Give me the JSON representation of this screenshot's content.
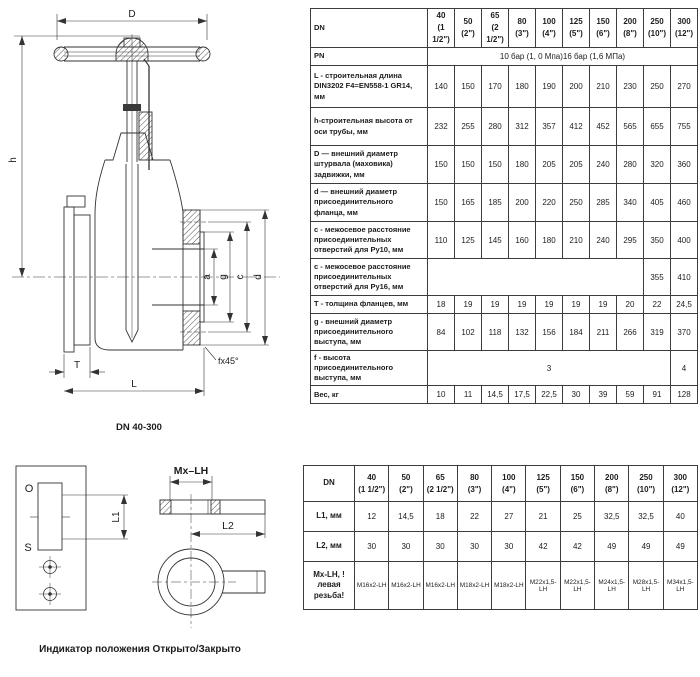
{
  "valve_drawing": {
    "caption": "DN 40-300",
    "dim_labels": {
      "D": "D",
      "h": "h",
      "a": "a",
      "g": "g",
      "c": "c",
      "d": "d",
      "T": "T",
      "L": "L",
      "chamfer": "fx45°"
    }
  },
  "indicator_drawing": {
    "caption": "Индикатор положения Открыто/Закрыто",
    "labels": {
      "open": "O",
      "shut": "S",
      "l1": "L1",
      "l2": "L2",
      "thread": "Mx–LH"
    }
  },
  "dimensions_table": {
    "dn_label": "DN",
    "pn_label": "PN",
    "pn_value": "10 бар (1, 0 Мпа)16 бар (1,6 МПа)",
    "columns": [
      {
        "size": "40",
        "inch": "(1 1/2\")"
      },
      {
        "size": "50",
        "inch": "(2\")"
      },
      {
        "size": "65",
        "inch": "(2 1/2\")"
      },
      {
        "size": "80",
        "inch": "(3\")"
      },
      {
        "size": "100",
        "inch": "(4\")"
      },
      {
        "size": "125",
        "inch": "(5\")"
      },
      {
        "size": "150",
        "inch": "(6\")"
      },
      {
        "size": "200",
        "inch": "(8\")"
      },
      {
        "size": "250",
        "inch": "(10\")"
      },
      {
        "size": "300",
        "inch": "(12\")"
      }
    ],
    "rows": [
      {
        "label": "L - строительная длина DIN3202 F4=EN558-1 GR14, мм",
        "cells": [
          {
            "t": "140"
          },
          {
            "t": "150"
          },
          {
            "t": "170"
          },
          {
            "t": "180"
          },
          {
            "t": "190"
          },
          {
            "t": "200"
          },
          {
            "t": "210"
          },
          {
            "t": "230"
          },
          {
            "t": "250"
          },
          {
            "t": "270"
          }
        ]
      },
      {
        "label": "h-строительная высота от оси трубы, мм",
        "cells": [
          {
            "t": "232"
          },
          {
            "t": "255"
          },
          {
            "t": "280"
          },
          {
            "t": "312"
          },
          {
            "t": "357"
          },
          {
            "t": "412"
          },
          {
            "t": "452"
          },
          {
            "t": "565"
          },
          {
            "t": "655"
          },
          {
            "t": "755"
          }
        ]
      },
      {
        "label": "D — внешний диаметр штурвала (маховика) задвижки, мм",
        "cells": [
          {
            "t": "150"
          },
          {
            "t": "150"
          },
          {
            "t": "150"
          },
          {
            "t": "180"
          },
          {
            "t": "205"
          },
          {
            "t": "205"
          },
          {
            "t": "240"
          },
          {
            "t": "280"
          },
          {
            "t": "320"
          },
          {
            "t": "360"
          }
        ]
      },
      {
        "label": "d — внешний диаметр присоединительного фланца, мм",
        "cells": [
          {
            "t": "150"
          },
          {
            "t": "165"
          },
          {
            "t": "185"
          },
          {
            "t": "200"
          },
          {
            "t": "220"
          },
          {
            "t": "250"
          },
          {
            "t": "285"
          },
          {
            "t": "340"
          },
          {
            "t": "405"
          },
          {
            "t": "460"
          }
        ]
      },
      {
        "label": "с - межосевое расстояние присоединительных отверстий для Ру10, мм",
        "cells": [
          {
            "t": "110"
          },
          {
            "t": "125"
          },
          {
            "t": "145"
          },
          {
            "t": "160"
          },
          {
            "t": "180"
          },
          {
            "t": "210"
          },
          {
            "t": "240"
          },
          {
            "t": "295"
          },
          {
            "t": "350"
          },
          {
            "t": "400"
          }
        ]
      },
      {
        "label": "с - межосевое расстояние присоединительных отверстий для Ру16, мм",
        "cells": [
          {
            "t": "",
            "span": 8
          },
          {
            "t": "355"
          },
          {
            "t": "410"
          }
        ]
      },
      {
        "label": "Т - толщина фланцев, мм",
        "cells": [
          {
            "t": "18"
          },
          {
            "t": "19"
          },
          {
            "t": "19"
          },
          {
            "t": "19"
          },
          {
            "t": "19"
          },
          {
            "t": "19"
          },
          {
            "t": "19"
          },
          {
            "t": "20"
          },
          {
            "t": "22"
          },
          {
            "t": "24,5"
          }
        ]
      },
      {
        "label": "g - внешний диаметр присоединительного выступа, мм",
        "cells": [
          {
            "t": "84"
          },
          {
            "t": "102"
          },
          {
            "t": "118"
          },
          {
            "t": "132"
          },
          {
            "t": "156"
          },
          {
            "t": "184"
          },
          {
            "t": "211"
          },
          {
            "t": "266"
          },
          {
            "t": "319"
          },
          {
            "t": "370"
          }
        ]
      },
      {
        "label": "f - высота присоединительного выступа, мм",
        "cells": [
          {
            "t": "3",
            "span": 9
          },
          {
            "t": "4"
          }
        ]
      },
      {
        "label": "Вес, кг",
        "cells": [
          {
            "t": "10"
          },
          {
            "t": "11"
          },
          {
            "t": "14,5"
          },
          {
            "t": "17,5"
          },
          {
            "t": "22,5"
          },
          {
            "t": "30"
          },
          {
            "t": "39"
          },
          {
            "t": "59"
          },
          {
            "t": "91"
          },
          {
            "t": "128"
          }
        ]
      }
    ]
  },
  "indicator_table": {
    "dn_label": "DN",
    "columns": [
      {
        "size": "40",
        "inch": "(1 1/2\")"
      },
      {
        "size": "50",
        "inch": "(2\")"
      },
      {
        "size": "65",
        "inch": "(2 1/2\")"
      },
      {
        "size": "80",
        "inch": "(3\")"
      },
      {
        "size": "100",
        "inch": "(4\")"
      },
      {
        "size": "125",
        "inch": "(5\")"
      },
      {
        "size": "150",
        "inch": "(6\")"
      },
      {
        "size": "200",
        "inch": "(8\")"
      },
      {
        "size": "250",
        "inch": "(10\")"
      },
      {
        "size": "300",
        "inch": "(12\")"
      }
    ],
    "rows": [
      {
        "label": "L1, мм",
        "cells": [
          {
            "t": "12"
          },
          {
            "t": "14,5"
          },
          {
            "t": "18"
          },
          {
            "t": "22"
          },
          {
            "t": "27"
          },
          {
            "t": "21"
          },
          {
            "t": "25"
          },
          {
            "t": "32,5"
          },
          {
            "t": "32,5"
          },
          {
            "t": "40"
          }
        ]
      },
      {
        "label": "L2, мм",
        "cells": [
          {
            "t": "30"
          },
          {
            "t": "30"
          },
          {
            "t": "30"
          },
          {
            "t": "30"
          },
          {
            "t": "30"
          },
          {
            "t": "42"
          },
          {
            "t": "42"
          },
          {
            "t": "49"
          },
          {
            "t": "49"
          },
          {
            "t": "49"
          }
        ]
      },
      {
        "label": "Mx-LH, ! левая резьба!",
        "cells": [
          {
            "t": "M16x2-LH"
          },
          {
            "t": "M16x2-LH"
          },
          {
            "t": "M16x2-LH"
          },
          {
            "t": "M18x2-LH"
          },
          {
            "t": "M18x2-LH"
          },
          {
            "t": "M22x1,5-LH"
          },
          {
            "t": "M22x1,5-LH"
          },
          {
            "t": "M24x1,5-LH"
          },
          {
            "t": "M28x1,5-LH"
          },
          {
            "t": "M34x1,5-LH"
          }
        ]
      }
    ]
  }
}
